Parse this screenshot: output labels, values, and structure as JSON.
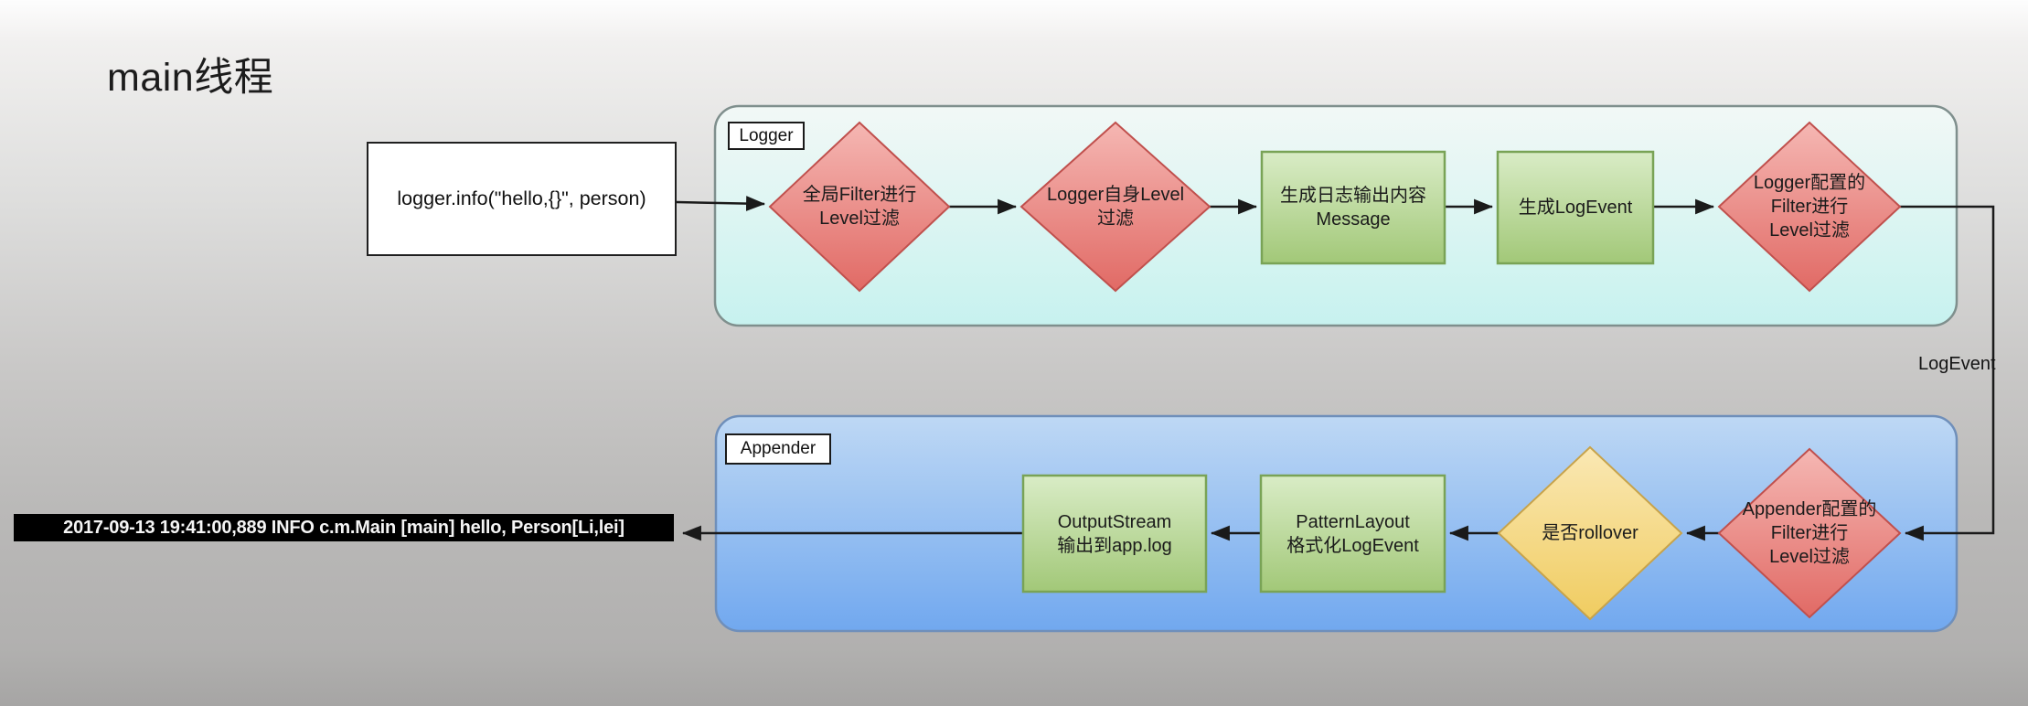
{
  "page": {
    "title": "main线程"
  },
  "caller_box": {
    "text": "logger.info(\"hello,{}\", person)"
  },
  "logger_group": {
    "label": "Logger",
    "nodes": {
      "global_filter": {
        "type": "decision",
        "line1": "全局Filter进行",
        "line2": "Level过滤"
      },
      "logger_level": {
        "type": "decision",
        "line1": "Logger自身Level",
        "line2": "过滤"
      },
      "build_message": {
        "type": "process",
        "line1": "生成日志输出内容",
        "line2": "Message"
      },
      "build_logevent": {
        "type": "process",
        "line1": "生成LogEvent"
      },
      "logger_filter": {
        "type": "decision",
        "line1": "Logger配置的",
        "line2": "Filter进行",
        "line3": "Level过滤"
      }
    }
  },
  "connector": {
    "label": "LogEvent"
  },
  "appender_group": {
    "label": "Appender",
    "nodes": {
      "appender_filter": {
        "type": "decision",
        "line1": "Appender配置的",
        "line2": "Filter进行",
        "line3": "Level过滤"
      },
      "rollover": {
        "type": "decision",
        "line1": "是否rollover"
      },
      "pattern_layout": {
        "type": "process",
        "line1": "PatternLayout",
        "line2": "格式化LogEvent"
      },
      "output_stream": {
        "type": "process",
        "line1": "OutputStream",
        "line2": "输出到app.log"
      }
    }
  },
  "log_output": {
    "text": "2017-09-13 19:41:00,889 INFO c.m.Main [main] hello, Person[Li,lei]"
  },
  "colors": {
    "background_top": "#fdfdfd",
    "background_bottom": "#a6a5a4",
    "logger_container_top": "#f2f8f6",
    "logger_container_bottom": "#c7f2ef",
    "appender_container_top": "#bed8f4",
    "appender_container_bottom": "#71a8ef",
    "decision_red_top": "#f5b7b3",
    "decision_red_bottom": "#e16a65",
    "decision_red_border": "#c0504d",
    "process_green_top": "#d9ecc6",
    "process_green_bottom": "#a2c878",
    "process_green_border": "#79a356",
    "rollover_yellow_top": "#fae8b4",
    "rollover_yellow_bottom": "#f0cc60",
    "rollover_yellow_border": "#c7a34b",
    "arrow": "#1a1a1a",
    "log_bar_background": "#000000",
    "log_bar_text": "#f5f5f5"
  }
}
